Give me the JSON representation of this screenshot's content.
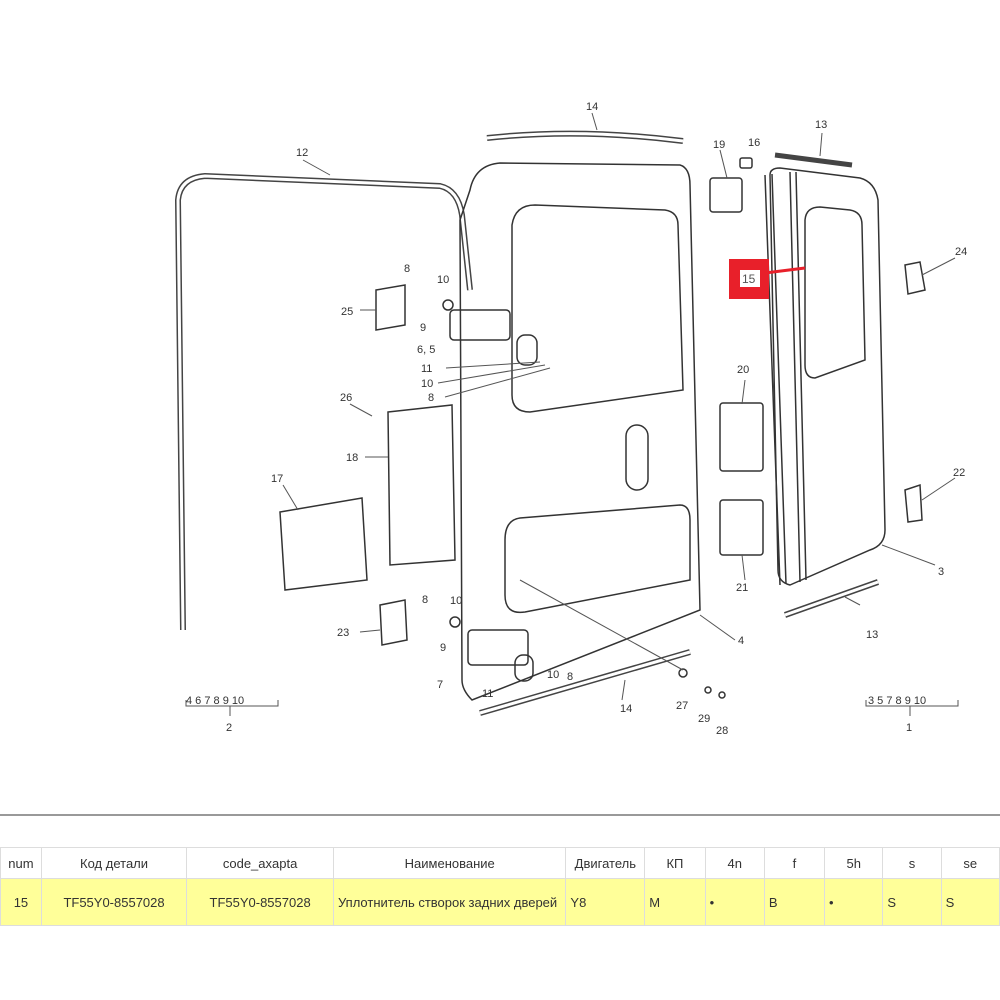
{
  "diagram": {
    "callouts": {
      "l14a": "14",
      "l12": "12",
      "l19": "19",
      "l16": "16",
      "l13a": "13",
      "l24": "24",
      "l8a": "8",
      "l10a": "10",
      "l25": "25",
      "l9a": "9",
      "l65": "6, 5",
      "l11a": "11",
      "l10b": "10",
      "l8b": "8",
      "l26": "26",
      "l18": "18",
      "l17": "17",
      "l20": "20",
      "l22": "22",
      "l21": "21",
      "l3": "3",
      "l8c": "8",
      "l10c": "10",
      "l23": "23",
      "l9b": "9",
      "l7": "7",
      "l11b": "11",
      "l10d": "10",
      "l8d": "8",
      "l4": "4",
      "l13b": "13",
      "l14b": "14",
      "l27": "27",
      "l29": "29",
      "l28": "28",
      "g2nums": "4 6 7 8 9 10",
      "g2": "2",
      "g1nums": "3 5 7 8 9 10",
      "g1": "1"
    },
    "highlight": {
      "label": "15",
      "color": "#e8202a"
    }
  },
  "table": {
    "headers": [
      "num",
      "Код детали",
      "code_axapta",
      "Наименование",
      "Двигатель",
      "КП",
      "4n",
      "f",
      "5h",
      "s",
      "se"
    ],
    "rows": [
      [
        "15",
        "TF55Y0-8557028",
        "TF55Y0-8557028",
        "Уплотнитель створок задних дверей",
        "Y8",
        "M",
        "•",
        "B",
        "•",
        "S",
        "S"
      ]
    ]
  }
}
